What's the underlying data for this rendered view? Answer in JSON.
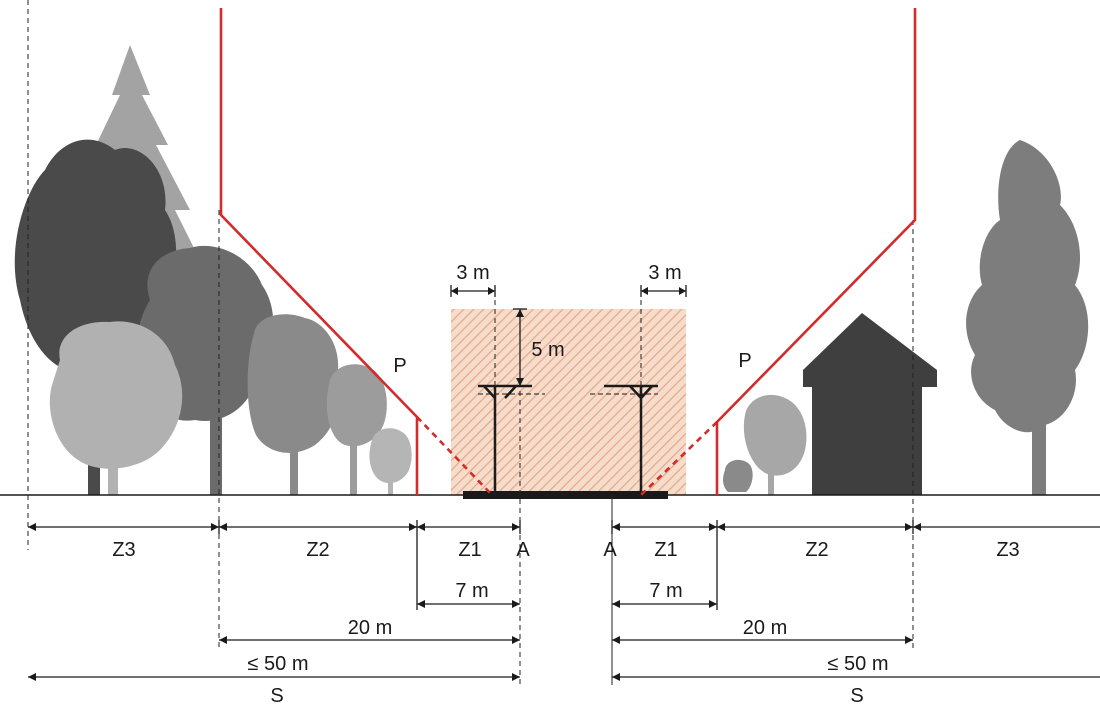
{
  "zones": {
    "left": {
      "z3": "Z3",
      "z2": "Z2",
      "z1": "Z1",
      "a": "A"
    },
    "right": {
      "a": "A",
      "z1": "Z1",
      "z2": "Z2",
      "z3": "Z3"
    }
  },
  "markers": {
    "p_left": "P",
    "p_right": "P"
  },
  "dimensions": {
    "clear_width_left": "3 m",
    "clear_width_right": "3 m",
    "clear_height": "5 m",
    "z1_width_left": "7 m",
    "z1_width_right": "7 m",
    "z2_width_left": "20 m",
    "z2_width_right": "20 m",
    "s_width_left": "≤ 50 m",
    "s_width_right": "≤ 50 m",
    "s_label_left": "S",
    "s_label_right": "S"
  },
  "colors": {
    "boundary_line": "#d22b2b",
    "clearance_zone": "#f2c9b1",
    "tree_dark": "#4a4a4a",
    "tree_mid": "#7a7a7a",
    "tree_light": "#a9a9a9",
    "house": "#3f3f3f"
  }
}
